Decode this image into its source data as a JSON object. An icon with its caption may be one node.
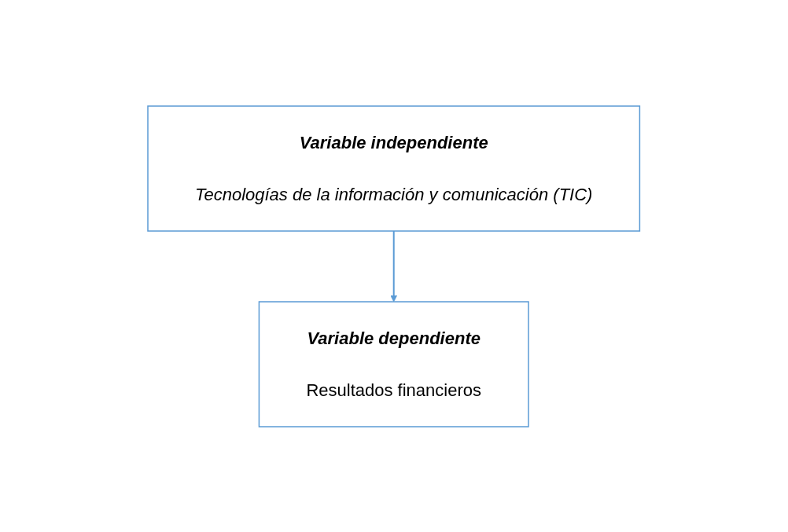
{
  "diagram": {
    "nodes": [
      {
        "text": [
          "Variable independiente",
          "Tecnologías de la información y comunicación (TIC)"
        ]
      },
      {
        "text": [
          "Variable dependiente",
          "Resultados financieros"
        ]
      }
    ],
    "edges": [
      {
        "from": 0,
        "to": 1,
        "arrow": "to"
      }
    ]
  }
}
